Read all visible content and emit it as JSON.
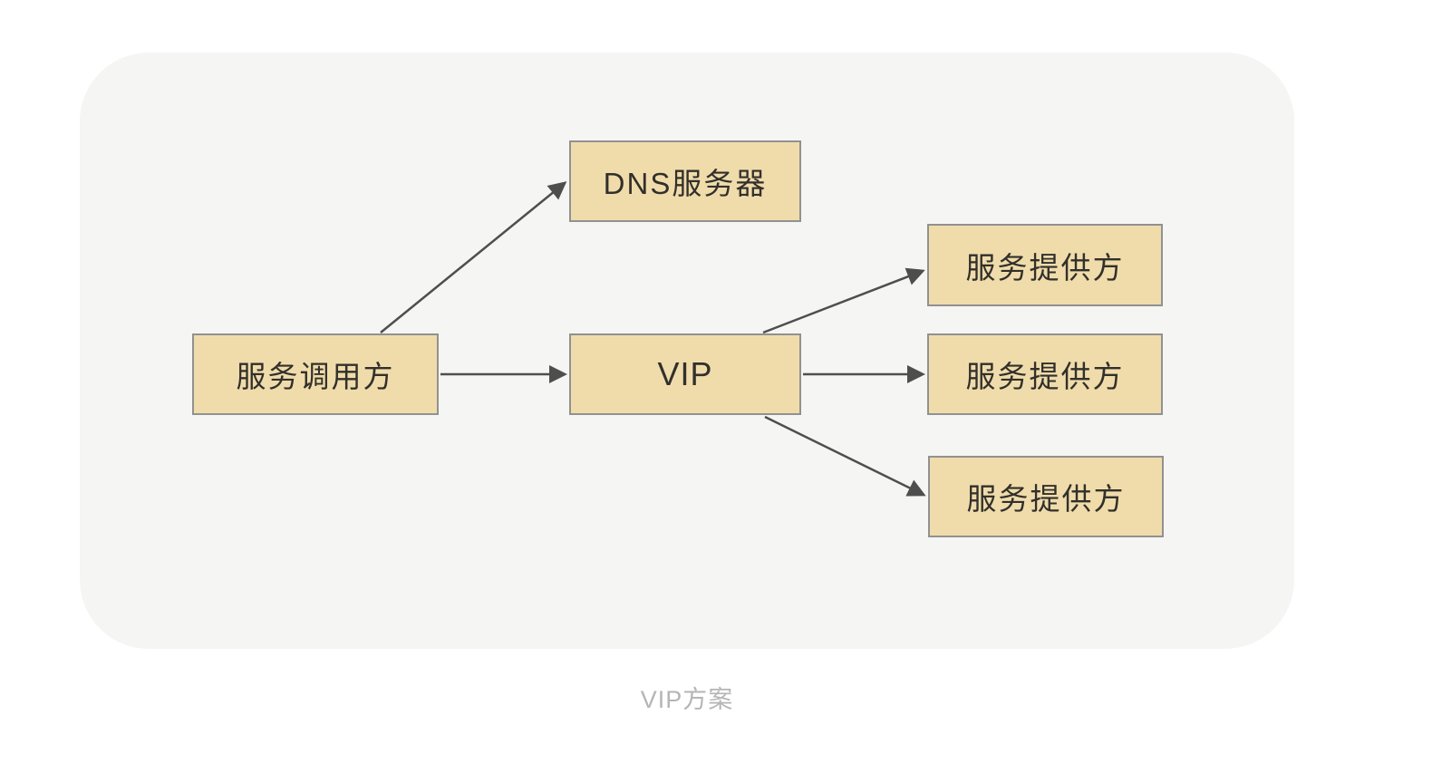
{
  "diagram": {
    "caption": "VIP方案",
    "nodes": {
      "caller": {
        "label": "服务调用方"
      },
      "dns": {
        "label": "DNS服务器"
      },
      "vip": {
        "label": "VIP"
      },
      "provider1": {
        "label": "服务提供方"
      },
      "provider2": {
        "label": "服务提供方"
      },
      "provider3": {
        "label": "服务提供方"
      }
    },
    "edges": [
      {
        "from": "服务调用方",
        "to": "DNS服务器"
      },
      {
        "from": "服务调用方",
        "to": "VIP"
      },
      {
        "from": "VIP",
        "to": "服务提供方 (上)"
      },
      {
        "from": "VIP",
        "to": "服务提供方 (中)"
      },
      {
        "from": "VIP",
        "to": "服务提供方 (下)"
      }
    ],
    "colors": {
      "canvas_bg": "#f5f5f3",
      "node_fill": "#f0dcab",
      "node_border": "#919191",
      "node_text": "#32302b",
      "arrow": "#4e4e4e",
      "caption_text": "#b5b5b5"
    }
  }
}
